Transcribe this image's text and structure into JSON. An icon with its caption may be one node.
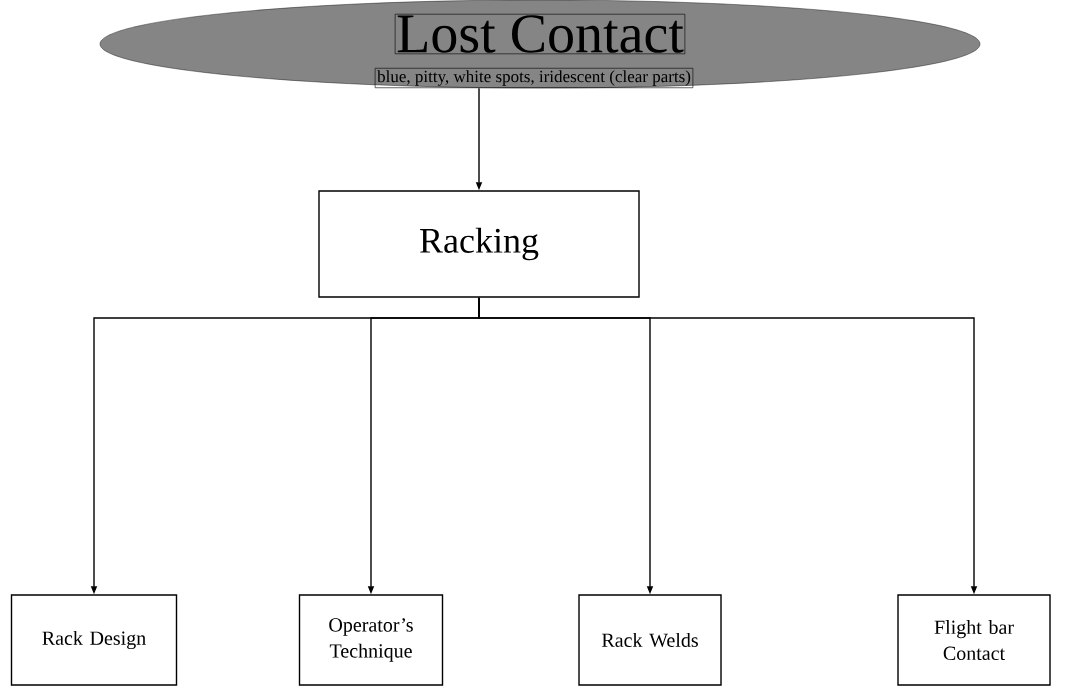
{
  "diagram": {
    "nodes": [
      {
        "text": [
          "Lost Contact",
          "blue, pitty, white spots, iridescent (clear parts)"
        ]
      },
      {
        "text": [
          "Racking"
        ]
      },
      {
        "text": [
          "Rack Design"
        ]
      },
      {
        "text": [
          "Operator’s Technique"
        ]
      },
      {
        "text": [
          "Rack Welds"
        ]
      },
      {
        "text": [
          "Flight bar Contact"
        ]
      }
    ],
    "edges": [
      {
        "from": 0,
        "to": 1,
        "arrow": "to"
      },
      {
        "from": 1,
        "to": 2,
        "arrow": "to"
      },
      {
        "from": 1,
        "to": 3,
        "arrow": "to"
      },
      {
        "from": 1,
        "to": 4,
        "arrow": "to"
      },
      {
        "from": 1,
        "to": 5,
        "arrow": "to"
      }
    ]
  }
}
